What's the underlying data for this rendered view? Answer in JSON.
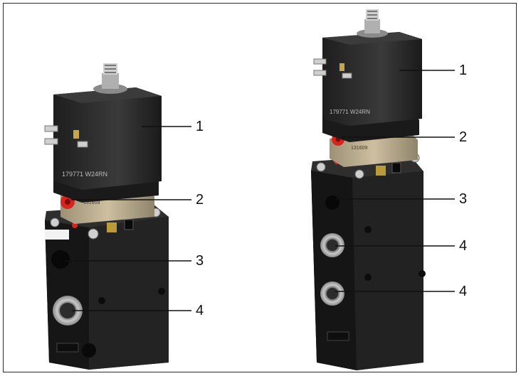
{
  "callouts": {
    "left": {
      "c1": "1",
      "c2": "2",
      "c3": "3",
      "c4": "4"
    },
    "right": {
      "c1": "1",
      "c2": "2",
      "c3": "3",
      "c4a": "4",
      "c4b": "4"
    }
  },
  "colors": {
    "body_black": "#1c1c1c",
    "coil_black": "#2a2a2a",
    "adapter_beige": "#b8a98a",
    "override_red": "#d9231f",
    "metal": "#b9b9b9"
  }
}
